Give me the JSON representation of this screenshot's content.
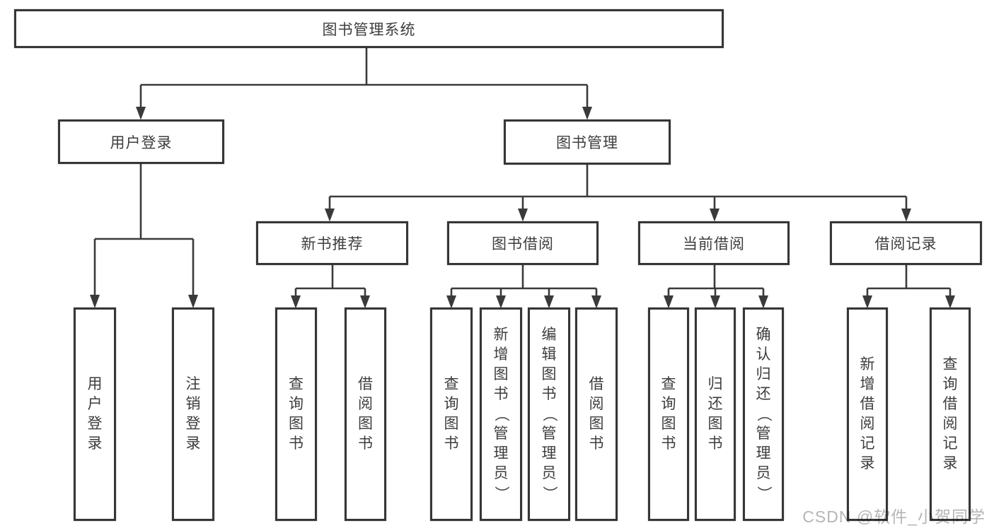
{
  "diagram_title": "图书管理系统",
  "watermark": "CSDN @软件_小贺同学",
  "colors": {
    "line": "#3a3a3a",
    "border": "#363636",
    "text": "#3d3d3d",
    "watermark": "#b5b5b5",
    "background": "#ffffff"
  },
  "tree": {
    "root": {
      "label": "图书管理系统"
    },
    "children": [
      {
        "label": "用户登录",
        "children": [
          {
            "label": "用户登录"
          },
          {
            "label": "注销登录"
          }
        ]
      },
      {
        "label": "图书管理",
        "children": [
          {
            "label": "新书推荐",
            "children": [
              {
                "label": "查询图书"
              },
              {
                "label": "借阅图书"
              }
            ]
          },
          {
            "label": "图书借阅",
            "children": [
              {
                "label": "查询图书"
              },
              {
                "label": "新增图书（管理员）"
              },
              {
                "label": "编辑图书（管理员）"
              },
              {
                "label": "借阅图书"
              }
            ]
          },
          {
            "label": "当前借阅",
            "children": [
              {
                "label": "查询图书"
              },
              {
                "label": "归还图书"
              },
              {
                "label": "确认归还（管理员）"
              }
            ]
          },
          {
            "label": "借阅记录",
            "children": [
              {
                "label": "新增借阅记录"
              },
              {
                "label": "查询借阅记录"
              }
            ]
          }
        ]
      }
    ]
  }
}
